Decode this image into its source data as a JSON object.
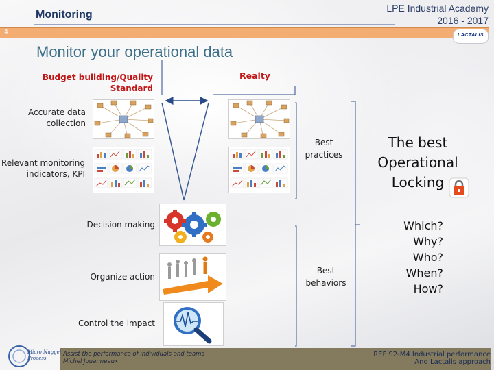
{
  "header": {
    "section": "Monitoring",
    "academy_line1": "LPE Industrial Academy",
    "academy_line2": "2016 - 2017",
    "slide_number": "4",
    "logo_text": "LACTALIS"
  },
  "title": "Monitor your operational data",
  "columns": {
    "budget_line1": "Budget building/Quality",
    "budget_line2": "Standard",
    "realty": "Realty"
  },
  "left_labels": {
    "accurate_line1": "Accurate data",
    "accurate_line2": "collection",
    "relevant_line1": "Relevant monitoring",
    "relevant_line2": "indicators, KPI",
    "decision": "Decision making",
    "organize": "Organize action",
    "control": "Control the impact"
  },
  "middle_labels": {
    "best_practices_line1": "Best",
    "best_practices_line2": "practices",
    "best_behaviors_line1": "Best",
    "best_behaviors_line2": "behaviors"
  },
  "right_text": {
    "best_line1": "The best",
    "best_line2": "Operational",
    "best_line3": "Locking",
    "questions": [
      "Which?",
      "Why?",
      "Who?",
      "When?",
      "How?"
    ]
  },
  "footer": {
    "left_line1": "Assist the performance of individuals and teams",
    "left_line2": "Michel Jouanneaux",
    "right_line1": "REF S2-M4 Industrial performance",
    "right_line2": "And Lactalis approach",
    "logo_line1": "Micro Nugget",
    "logo_line2": "Process"
  },
  "colors": {
    "accent": "#f3ad73",
    "title": "#3d6f89",
    "red": "#c01616",
    "footer": "#847b5e"
  }
}
